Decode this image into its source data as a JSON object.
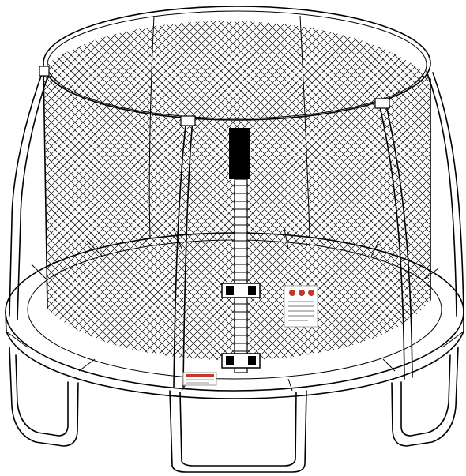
{
  "colors": {
    "background": "#ffffff",
    "outline": "#000000",
    "net": "#000000",
    "zipper_sleeve": "#000000",
    "label_red": "#c0392b",
    "label_gray": "#bbbbbb"
  },
  "icons": [
    "trampoline-frame",
    "safety-net",
    "zipper-entrance",
    "buckle",
    "warning-label"
  ]
}
